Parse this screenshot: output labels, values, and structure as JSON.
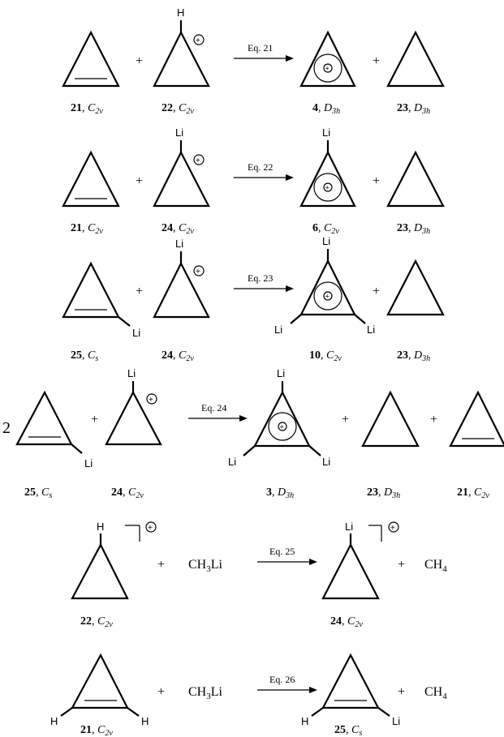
{
  "symbols": {
    "plus": "+",
    "charge": "+"
  },
  "atoms": {
    "h": "H",
    "li": "Li"
  },
  "reagents": {
    "ch3li_main": "CH",
    "ch3li_sub": "3",
    "ch3li_tail": "Li",
    "ch4_main": "CH",
    "ch4_sub": "4"
  },
  "coefficient": "2",
  "equations": [
    {
      "label": "Eq. 21"
    },
    {
      "label": "Eq. 22"
    },
    {
      "label": "Eq. 23"
    },
    {
      "label": "Eq. 24"
    },
    {
      "label": "Eq. 25"
    },
    {
      "label": "Eq. 26"
    }
  ],
  "compounds": {
    "c21": {
      "num": "21",
      "sym": "C",
      "sub": "2v"
    },
    "c22": {
      "num": "22",
      "sym": "C",
      "sub": "2v"
    },
    "c4": {
      "num": "4",
      "sym": "D",
      "sub": "3h"
    },
    "c23": {
      "num": "23",
      "sym": "D",
      "sub": "3h"
    },
    "c24": {
      "num": "24",
      "sym": "C",
      "sub": "2v"
    },
    "c6": {
      "num": "6",
      "sym": "C",
      "sub": "2v"
    },
    "c25": {
      "num": "25",
      "sym": "C",
      "sub": "s"
    },
    "c10": {
      "num": "10",
      "sym": "C",
      "sub": "2v"
    },
    "c3": {
      "num": "3",
      "sym": "D",
      "sub": "3h"
    }
  }
}
